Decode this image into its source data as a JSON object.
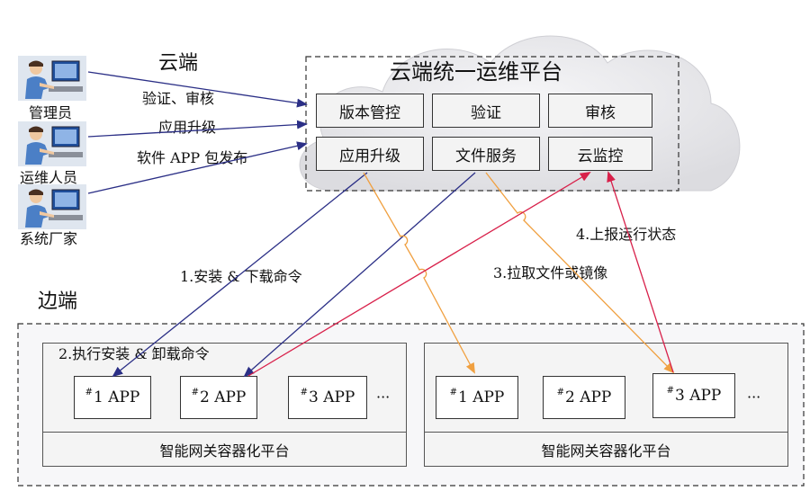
{
  "cloud": {
    "section_label": "云端",
    "platform_title": "云端统一运维平台",
    "modules": [
      "版本管控",
      "验证",
      "审核",
      "应用升级",
      "文件服务",
      "云监控"
    ]
  },
  "roles": [
    {
      "label": "管理员",
      "icon": "person-at-computer-icon"
    },
    {
      "label": "运维人员",
      "icon": "person-at-computer-icon"
    },
    {
      "label": "系统厂家",
      "icon": "person-at-computer-icon"
    }
  ],
  "role_actions": [
    "验证、审核",
    "应用升级",
    "软件 APP 包发布"
  ],
  "edge": {
    "section_label": "边端",
    "exec_label": "2.执行安装 & 卸载命令",
    "gateways": [
      {
        "footer": "智能网关容器化平台",
        "apps": [
          {
            "num": "#",
            "n": "1 APP"
          },
          {
            "num": "#",
            "n": "2 APP"
          },
          {
            "num": "#",
            "n": "3 APP"
          }
        ],
        "more": "···"
      },
      {
        "footer": "智能网关容器化平台",
        "apps": [
          {
            "num": "#",
            "n": "1 APP"
          },
          {
            "num": "#",
            "n": "2 APP"
          },
          {
            "num": "#",
            "n": "3 APP"
          }
        ],
        "more": "···"
      }
    ]
  },
  "flows": {
    "install": "1.安装 & 下载命令",
    "pull": "3.拉取文件或镜像",
    "report": "4.上报运行状态"
  },
  "colors": {
    "navy": "#2b2f86",
    "orange": "#f0a040",
    "crimson": "#d8204a",
    "cloud": "#e9e9ec"
  }
}
